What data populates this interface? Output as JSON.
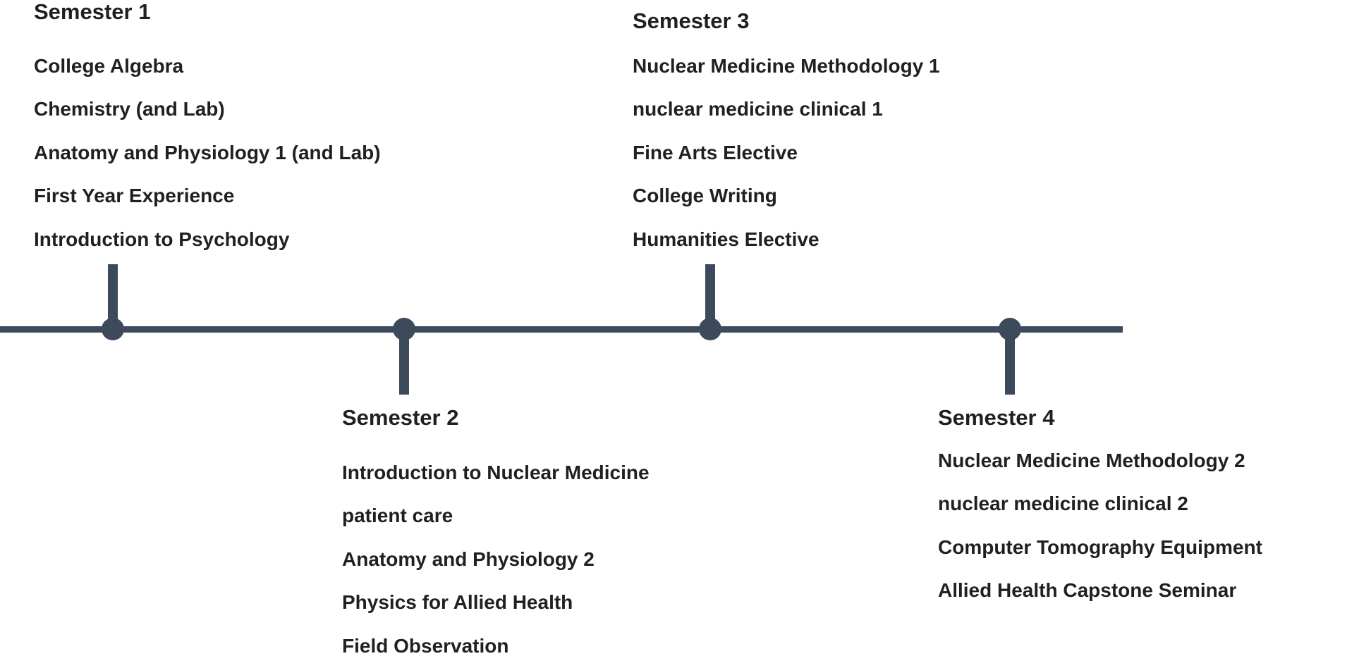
{
  "diagram": {
    "type": "timeline",
    "orientation": "horizontal",
    "colors": {
      "background": "#ffffff",
      "line": "#3d4a5b",
      "node": "#3d4a5b",
      "text": "#231f20"
    },
    "semesters": [
      {
        "label": "Semester 1",
        "side": "above",
        "courses": [
          "College Algebra",
          "Chemistry (and Lab)",
          "Anatomy and Physiology 1 (and Lab)",
          "First Year Experience",
          "Introduction to Psychology"
        ]
      },
      {
        "label": "Semester 2",
        "side": "below",
        "courses": [
          "Introduction to Nuclear Medicine",
          "patient care",
          "Anatomy and Physiology 2",
          "Physics for Allied Health",
          "Field Observation"
        ]
      },
      {
        "label": "Semester 3",
        "side": "above",
        "courses": [
          "Nuclear Medicine Methodology 1",
          "nuclear medicine clinical 1",
          "Fine Arts Elective",
          "College Writing",
          "Humanities Elective"
        ]
      },
      {
        "label": "Semester 4",
        "side": "below",
        "courses": [
          "Nuclear Medicine Methodology 2",
          "nuclear medicine clinical 2",
          "Computer Tomography Equipment",
          "Allied Health Capstone Seminar"
        ]
      }
    ]
  }
}
